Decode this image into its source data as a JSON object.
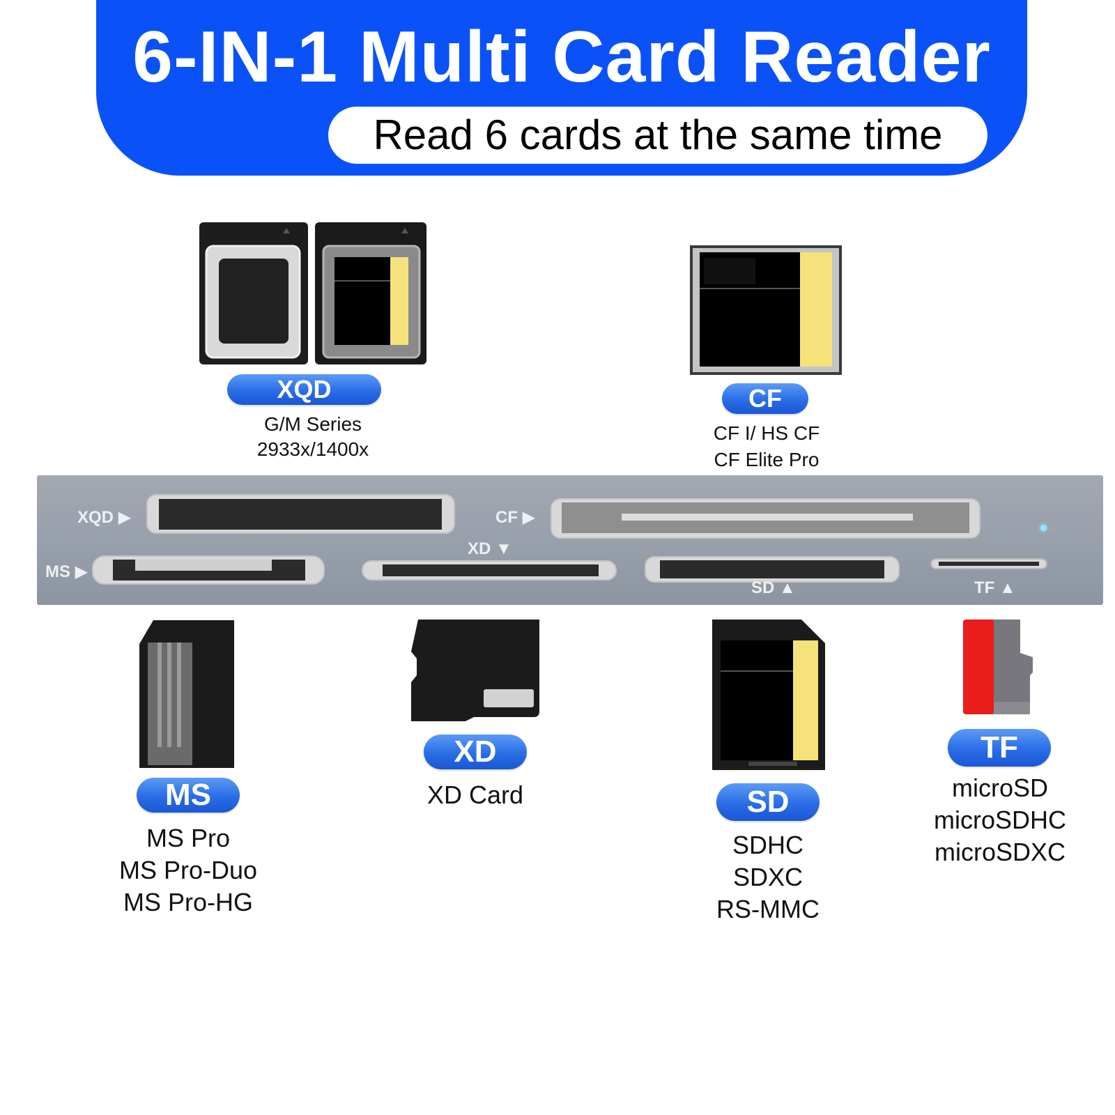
{
  "header": {
    "title": "6-IN-1 Multi Card Reader",
    "subtitle": "Read 6 cards at the same time"
  },
  "cards": {
    "xqd": {
      "badge": "XQD",
      "lines": [
        "G/M Series",
        "2933x/1400x"
      ]
    },
    "cf": {
      "badge": "CF",
      "lines": [
        "CF I/ HS CF",
        "CF Elite Pro"
      ]
    },
    "ms": {
      "badge": "MS",
      "lines": [
        "MS Pro",
        "MS Pro-Duo",
        "MS Pro-HG"
      ]
    },
    "xd": {
      "badge": "XD",
      "lines": [
        "XD Card"
      ]
    },
    "sd": {
      "badge": "SD",
      "lines": [
        "SDHC",
        "SDXC",
        "RS-MMC"
      ]
    },
    "tf": {
      "badge": "TF",
      "lines": [
        "microSD",
        "microSDHC",
        "microSDXC"
      ]
    }
  },
  "reader": {
    "slot_labels": {
      "xqd": "XQD",
      "cf": "CF",
      "xd": "XD",
      "ms": "MS",
      "sd": "SD",
      "tf": "TF"
    }
  },
  "colors": {
    "brand_blue": "#0a52f7",
    "badge_blue": "#2a6de6",
    "reader_gray": "#98a0ab",
    "card_gold": "#f5e27a",
    "tf_red": "#ea1c1c",
    "led_cyan": "#8ee8ff"
  }
}
